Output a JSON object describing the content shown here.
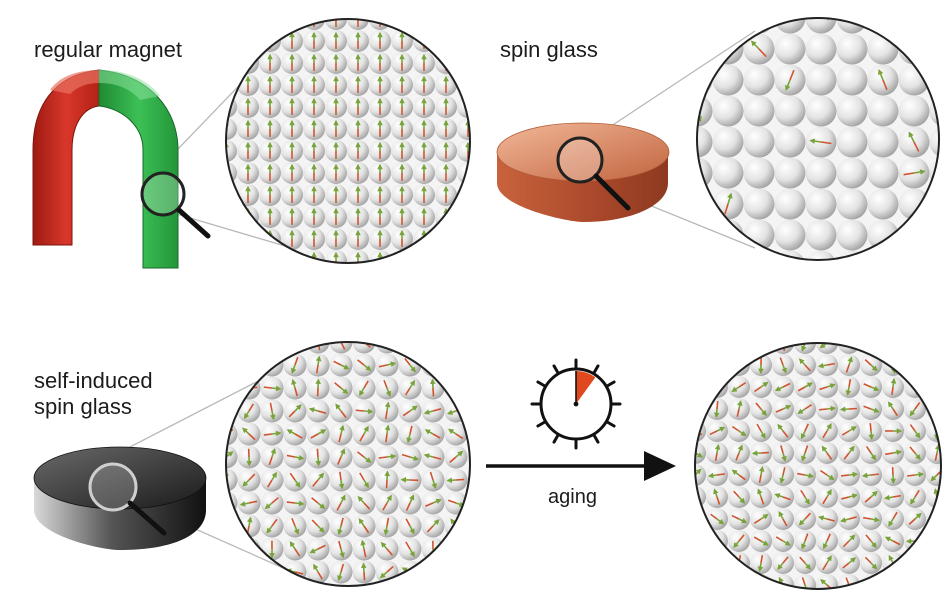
{
  "panels": {
    "regular": {
      "label": "regular magnet",
      "pattern": "aligned"
    },
    "spin_glass": {
      "label": "spin glass",
      "pattern": "sparse-random"
    },
    "self_induced": {
      "label_line1": "self-induced",
      "label_line2": "spin glass",
      "pattern": "dense-random"
    },
    "aged": {
      "pattern": "dense-random"
    }
  },
  "arrow": {
    "label": "aging"
  },
  "clock": {
    "elapsed_fraction": 0.1
  },
  "colors": {
    "magnet_red": "#c8281c",
    "magnet_green": "#27a13e",
    "disk_copper": "#c86a48",
    "disk_black": "#2b2b2b",
    "spin_arrow_tail": "#d0532f",
    "spin_arrow_head": "#7aa23a",
    "clock_wedge": "#e0491d"
  }
}
